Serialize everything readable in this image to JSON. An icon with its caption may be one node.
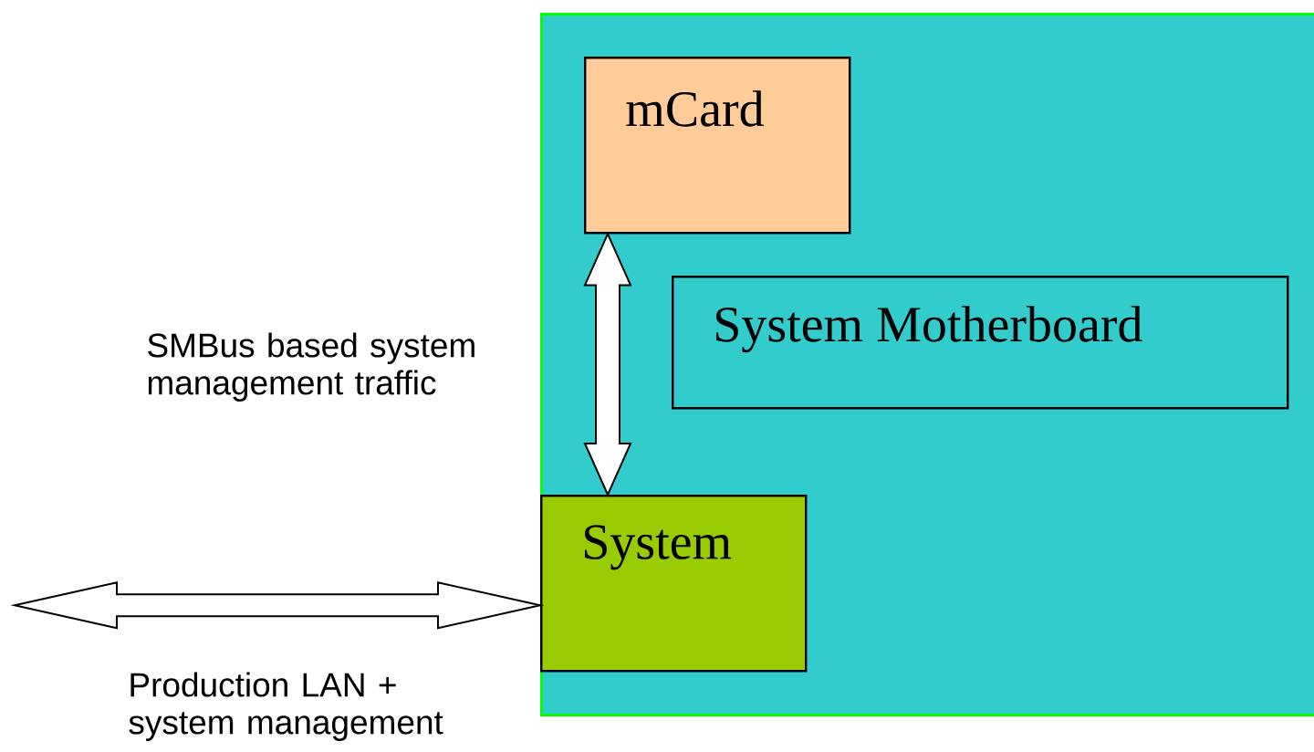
{
  "diagram": {
    "nodes": [
      {
        "text": [],
        "shape": "box"
      },
      {
        "text": [
          "mCard"
        ],
        "in": 0
      },
      {
        "text": [
          "System Motherboard"
        ],
        "in": 0
      },
      {
        "text": [
          "System"
        ],
        "in": 0
      }
    ],
    "edges": [
      {
        "from": 1,
        "to": 3,
        "arrow": "both"
      },
      {
        "from": null,
        "to": 3,
        "arrow": "both"
      }
    ],
    "labels": [
      "SMBus based system management traffic",
      "Production LAN + system management"
    ]
  }
}
